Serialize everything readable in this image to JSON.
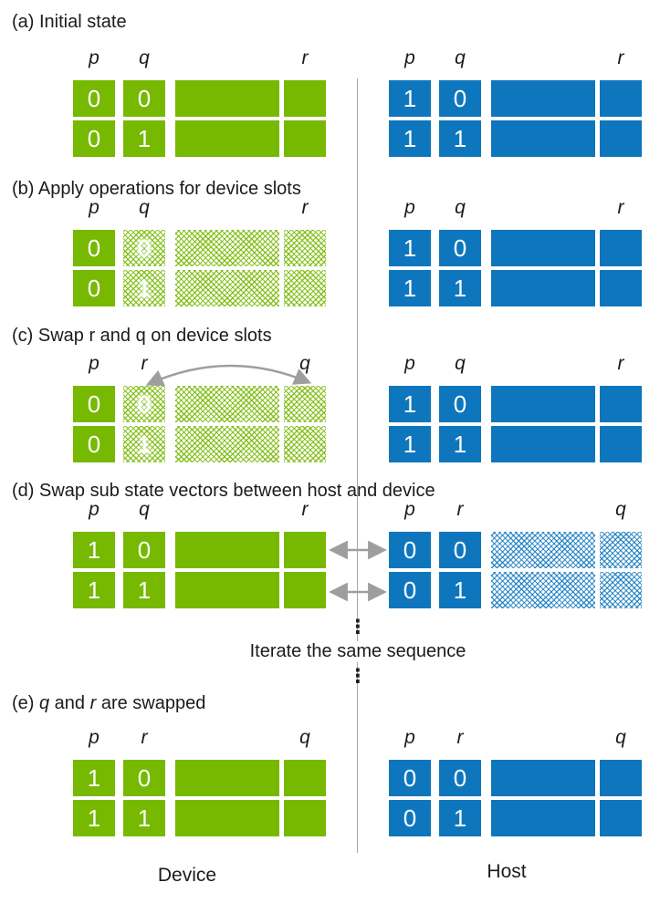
{
  "titles": {
    "a": "(a) Initial state",
    "b": "(b) Apply operations for device slots",
    "c": "(c) Swap r and q on device slots",
    "d": "(d) Swap sub state vectors between host and device",
    "e": {
      "pre": "(e) ",
      "q": "q",
      "mid": " and ",
      "r": "r",
      "post": " are swapped"
    }
  },
  "middle": {
    "dots": "⋮",
    "iterate": "Iterate the same sequence"
  },
  "footer": {
    "device": "Device",
    "host": "Host"
  },
  "colors": {
    "device_green": "#76b900",
    "host_blue": "#0e76bd",
    "divider_gray": "#a6a6a6",
    "arrow_gray": "#9e9e9e",
    "cell_text": "#ffffff",
    "label_text": "#1b1b1b"
  },
  "tables": {
    "a_device": {
      "headers": [
        "p",
        "q",
        "r"
      ],
      "rows": [
        [
          "0",
          "0"
        ],
        [
          "0",
          "1"
        ]
      ]
    },
    "a_host": {
      "headers": [
        "p",
        "q",
        "r"
      ],
      "rows": [
        [
          "1",
          "0"
        ],
        [
          "1",
          "1"
        ]
      ]
    },
    "b_device": {
      "headers": [
        "p",
        "q",
        "r"
      ],
      "rows": [
        [
          "0",
          "0"
        ],
        [
          "0",
          "1"
        ]
      ]
    },
    "b_host": {
      "headers": [
        "p",
        "q",
        "r"
      ],
      "rows": [
        [
          "1",
          "0"
        ],
        [
          "1",
          "1"
        ]
      ]
    },
    "c_device": {
      "headers": [
        "p",
        "r",
        "q"
      ],
      "rows": [
        [
          "0",
          "0"
        ],
        [
          "0",
          "1"
        ]
      ]
    },
    "c_host": {
      "headers": [
        "p",
        "q",
        "r"
      ],
      "rows": [
        [
          "1",
          "0"
        ],
        [
          "1",
          "1"
        ]
      ]
    },
    "d_device": {
      "headers": [
        "p",
        "q",
        "r"
      ],
      "rows": [
        [
          "1",
          "0"
        ],
        [
          "1",
          "1"
        ]
      ]
    },
    "d_host": {
      "headers": [
        "p",
        "r",
        "q"
      ],
      "rows": [
        [
          "0",
          "0"
        ],
        [
          "0",
          "1"
        ]
      ]
    },
    "e_device": {
      "headers": [
        "p",
        "r",
        "q"
      ],
      "rows": [
        [
          "1",
          "0"
        ],
        [
          "1",
          "1"
        ]
      ]
    },
    "e_host": {
      "headers": [
        "p",
        "r",
        "q"
      ],
      "rows": [
        [
          "0",
          "0"
        ],
        [
          "0",
          "1"
        ]
      ]
    }
  }
}
